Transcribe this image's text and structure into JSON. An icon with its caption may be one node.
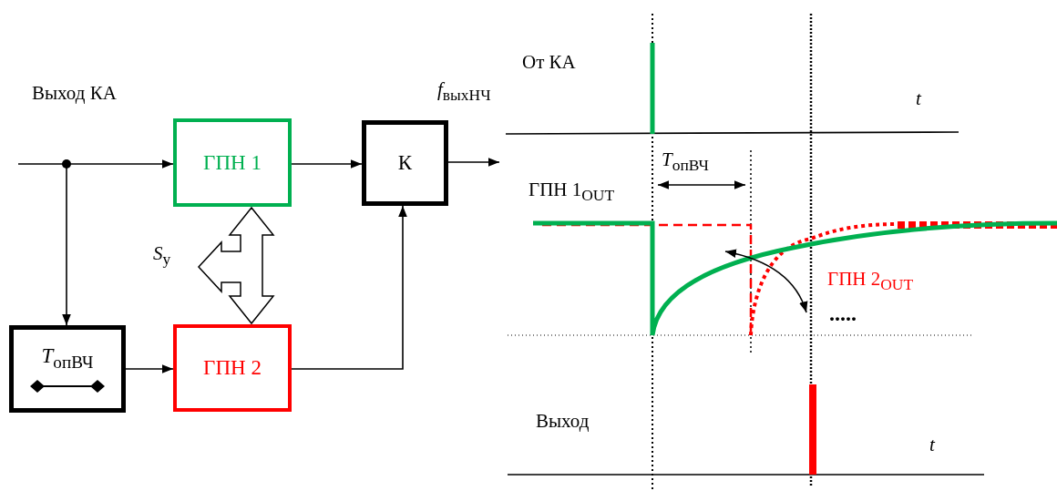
{
  "diagram": {
    "nodes": [
      {
        "text": [
          "ГПН 1"
        ]
      },
      {
        "text": [
          "К"
        ]
      },
      {
        "text": [
          "*T*$_{опВЧ}$"
        ]
      },
      {
        "text": [
          "ГПН 2"
        ]
      }
    ],
    "edges": [
      {
        "from": null,
        "to": 0,
        "arrow": "to"
      },
      {
        "from": null,
        "to": 2,
        "arrow": "to"
      },
      {
        "from": 2,
        "to": 3,
        "arrow": "to"
      },
      {
        "from": 0,
        "to": 1,
        "arrow": "to"
      },
      {
        "from": 3,
        "to": 1,
        "arrow": "to"
      },
      {
        "from": 1,
        "to": null,
        "arrow": "to"
      },
      {
        "from": 0,
        "to": 3,
        "arrow": "both",
        "style": "thick",
        "label": "*S*$_{у}$"
      }
    ],
    "labels": [
      "Выход КА",
      "*f*$_{выхНЧ}$",
      "От КА",
      "*t*",
      "*T*$_{опВЧ}$",
      "ГПН 1$_{OUT}$",
      "ГПН 2$_{OUT}$",
      ".....",
      "Выход",
      "*t*"
    ]
  }
}
